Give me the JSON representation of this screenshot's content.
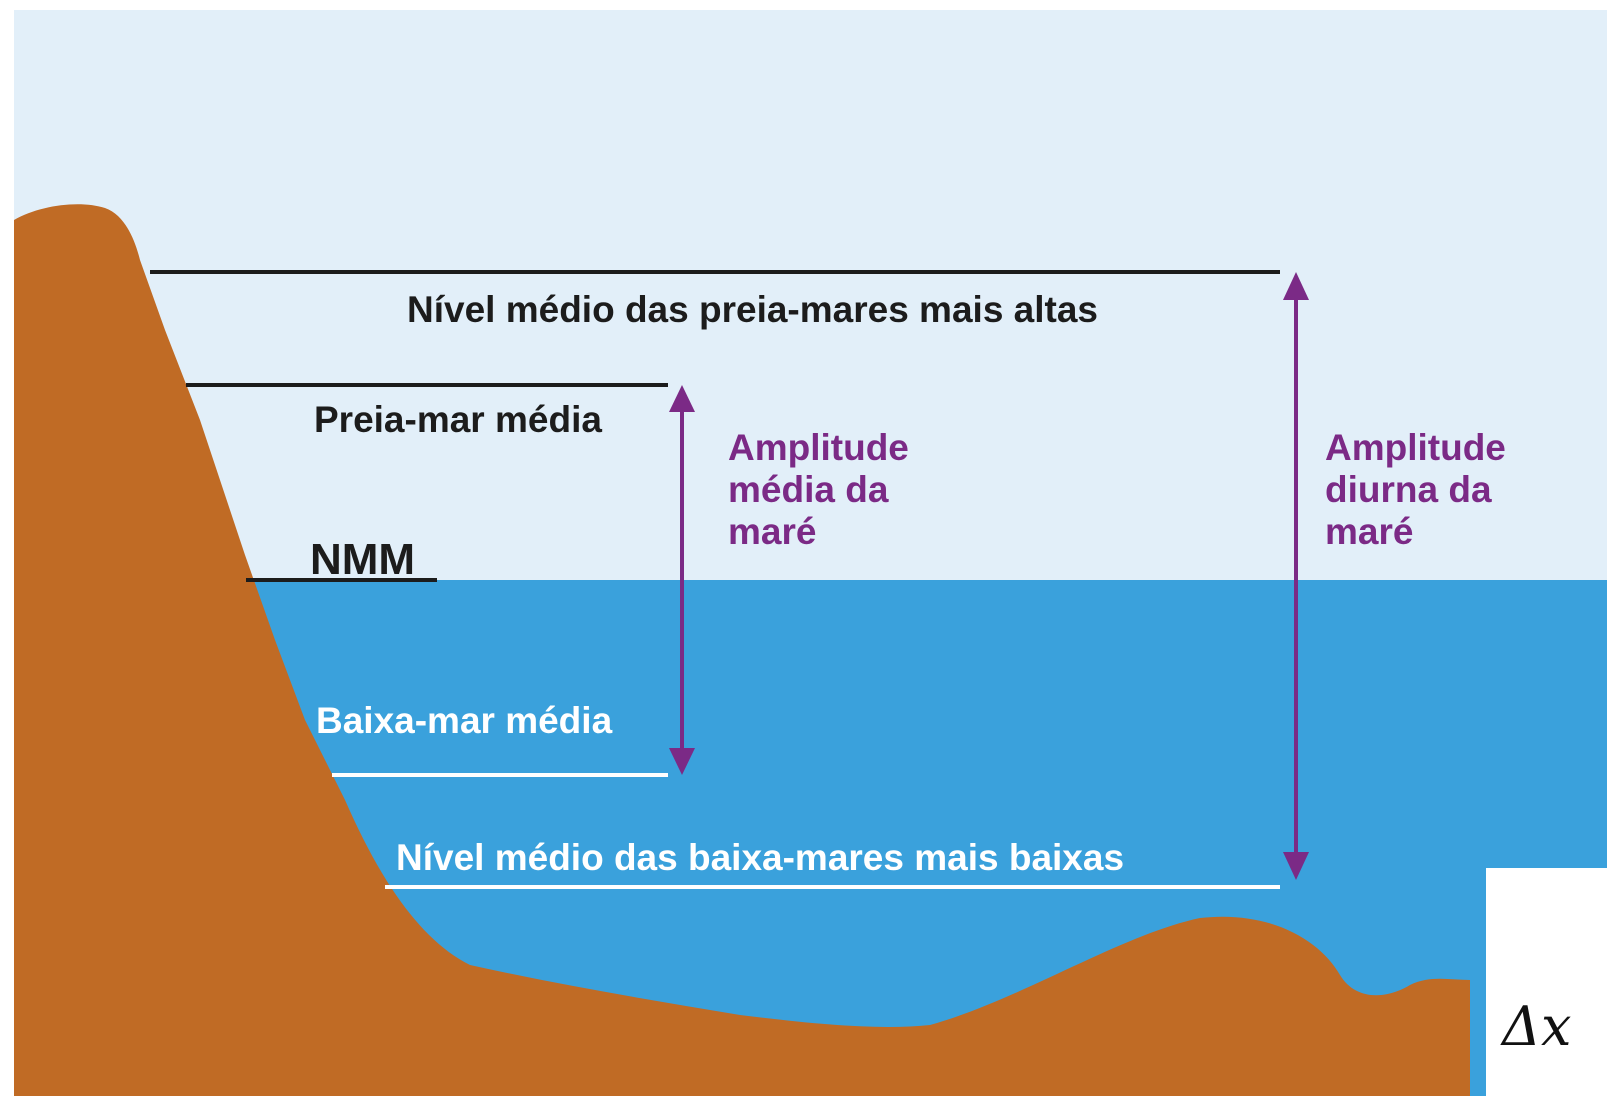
{
  "levels": {
    "highest_high": "Nível médio das preia-mares mais altas",
    "mean_high": "Preia-mar média",
    "nmm": "NMM",
    "mean_low": "Baixa-mar média",
    "lowest_low": "Nível médio das baixa-mares mais baixas"
  },
  "ranges": {
    "mean_range": [
      "Amplitude",
      "média da",
      "maré"
    ],
    "diurnal_range": [
      "Amplitude",
      "diurna da",
      "maré"
    ]
  },
  "corner_label": "Δx",
  "colors": {
    "sky": "#e2eff9",
    "water": "#3aa1dc",
    "land": "#c06b25",
    "arrow": "#7b2a86"
  }
}
